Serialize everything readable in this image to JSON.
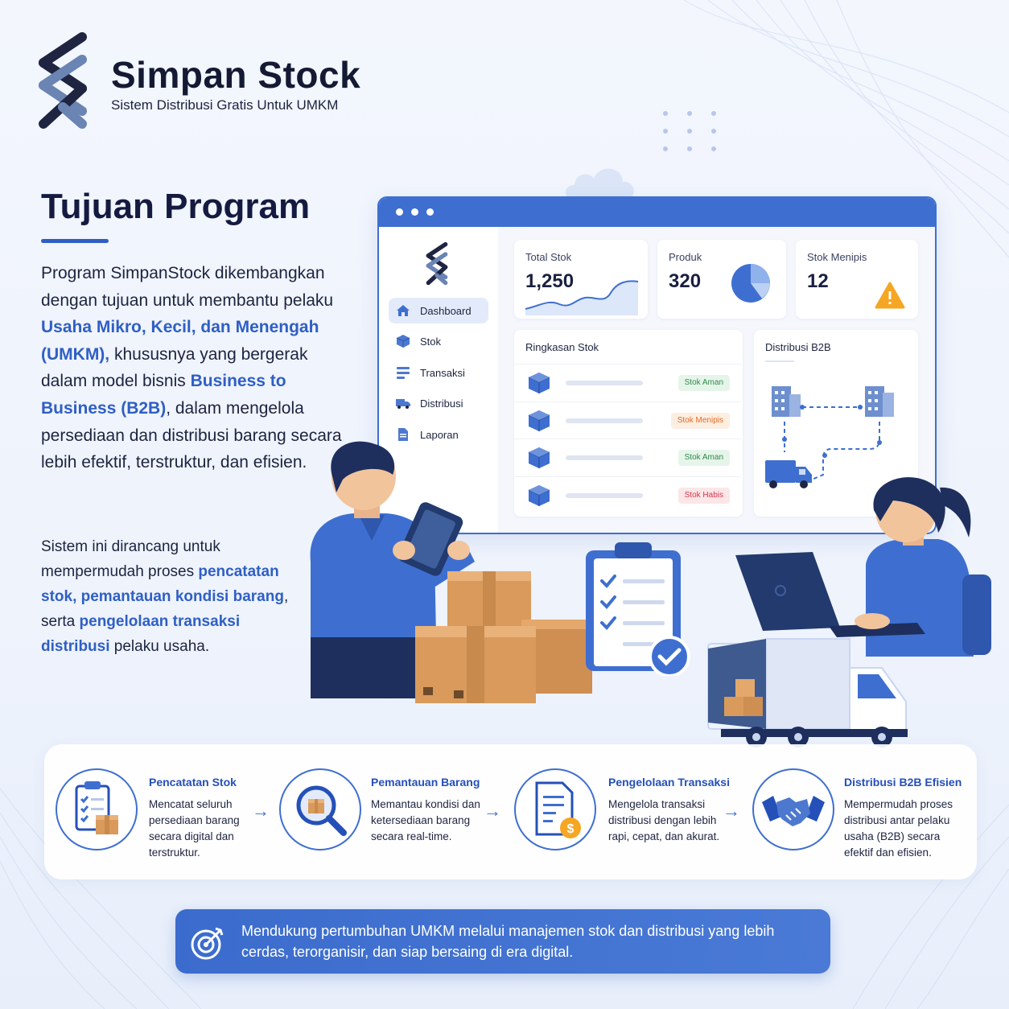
{
  "brand": {
    "name": "Simpan Stock",
    "tagline": "Sistem Distribusi Gratis Untuk UMKM"
  },
  "section": {
    "title": "Tujuan Program",
    "para1": [
      {
        "t": "Program SimpanStock dikembangkan dengan tujuan untuk membantu pelaku ",
        "hl": false
      },
      {
        "t": "Usaha Mikro, Kecil, dan Menengah (UMKM),",
        "hl": true
      },
      {
        "t": " khususnya yang bergerak dalam model bisnis ",
        "hl": false
      },
      {
        "t": "Business to Business (B2B)",
        "hl": true
      },
      {
        "t": ", dalam mengelola persediaan dan distribusi barang secara lebih efektif, terstruktur, dan efisien.",
        "hl": false
      }
    ],
    "para2": [
      {
        "t": "Sistem ini dirancang untuk mempermudah proses ",
        "hl": false
      },
      {
        "t": "pencatatan stok, pemantauan kondisi barang",
        "hl": true
      },
      {
        "t": ", serta ",
        "hl": false
      },
      {
        "t": "pengelolaan transaksi distribusi",
        "hl": true
      },
      {
        "t": " pelaku usaha.",
        "hl": false
      }
    ]
  },
  "dashboard": {
    "sidebar": [
      {
        "label": "Dashboard",
        "icon": "home-icon",
        "active": true
      },
      {
        "label": "Stok",
        "icon": "box-icon",
        "active": false
      },
      {
        "label": "Transaksi",
        "icon": "list-icon",
        "active": false
      },
      {
        "label": "Distribusi",
        "icon": "truck-icon",
        "active": false
      },
      {
        "label": "Laporan",
        "icon": "document-icon",
        "active": false
      }
    ],
    "stats": {
      "total_stok_label": "Total Stok",
      "total_stok_value": "1,250",
      "produk_label": "Produk",
      "produk_value": "320",
      "menipis_label": "Stok Menipis",
      "menipis_value": "12"
    },
    "summary_title": "Ringkasan Stok",
    "rows": [
      {
        "status": "Stok Aman",
        "color": "#2e8a4d",
        "bg": "#e6f5ea"
      },
      {
        "status": "Stok Menipis",
        "color": "#e56a1e",
        "bg": "#fdeee2"
      },
      {
        "status": "Stok Aman",
        "color": "#2e8a4d",
        "bg": "#e6f5ea"
      },
      {
        "status": "Stok Habis",
        "color": "#d8354a",
        "bg": "#fce6e8"
      }
    ],
    "distribution_title": "Distribusi B2B"
  },
  "features": [
    {
      "title": "Pencatatan Stok",
      "desc": "Mencatat seluruh persediaan barang secara digital dan terstruktur.",
      "icon": "clipboard-box-icon"
    },
    {
      "title": "Pemantauan Barang",
      "desc": "Memantau kondisi dan ketersediaan barang secara real-time.",
      "icon": "magnifier-box-icon"
    },
    {
      "title": "Pengelolaan Transaksi",
      "desc": "Mengelola transaksi distribusi dengan lebih rapi, cepat, dan akurat.",
      "icon": "invoice-dollar-icon"
    },
    {
      "title": "Distribusi B2B Efisien",
      "desc": "Mempermudah proses distribusi antar pelaku usaha (B2B) secara efektif dan efisien.",
      "icon": "handshake-icon"
    }
  ],
  "banner": {
    "text": "Mendukung pertumbuhan UMKM melalui manajemen stok dan distribusi yang lebih cerdas, terorganisir, dan siap bersaing di era digital."
  },
  "colors": {
    "primary": "#3e6fd0",
    "dark": "#141a40",
    "accent_orange": "#f5a623"
  }
}
